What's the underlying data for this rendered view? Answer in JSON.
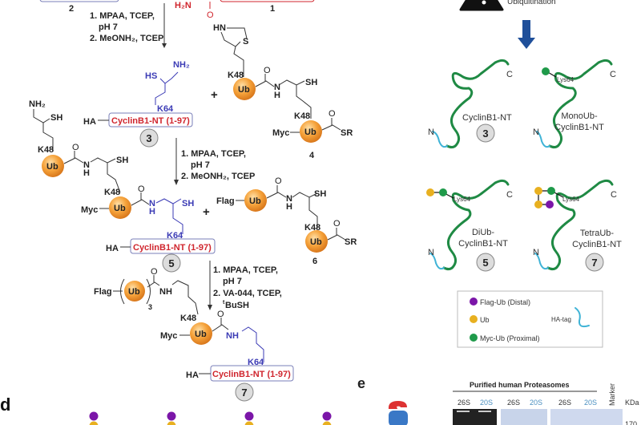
{
  "colors": {
    "ub_orange": "#f5a23a",
    "flag_purple": "#7b16a8",
    "ub_yellow": "#e8b020",
    "myc_green": "#1f9a4a",
    "chain_green": "#1f8a44",
    "ha_tag": "#3fb3d6",
    "k64_blue": "#3b3bb5",
    "peptide_red": "#d0262e",
    "arrow_blue": "#1f4f9a"
  },
  "scheme": {
    "top": {
      "compound_2_label": "2",
      "h2n": "H₂N",
      "o": "O",
      "compound_1_label": "1"
    },
    "step1": {
      "line1": "1. MPAA, TCEP,",
      "line2": "pH 7",
      "line3": "2. MeONH₂, TCEP"
    },
    "compound3": {
      "hs": "HS",
      "nh2": "NH₂",
      "k64": "K64",
      "ha": "HA",
      "peptide": "CyclinB1-NT (1-97)",
      "number": "3"
    },
    "plus": "+",
    "compound4": {
      "hn": "HN",
      "s": "S",
      "k48a": "K48",
      "ub": "Ub",
      "o1": "O",
      "n": "N",
      "h": "H",
      "sh": "SH",
      "k48b": "K48",
      "myc": "Myc",
      "o2": "O",
      "sr": "SR",
      "number": "4"
    },
    "left_compound": {
      "nh2": "NH₂",
      "sh1": "SH",
      "k48": "K48",
      "ub": "Ub",
      "o": "O",
      "n": "N",
      "h": "H",
      "sh2": "SH"
    },
    "step2": {
      "line1": "1. MPAA, TCEP,",
      "line2": "pH 7",
      "line3": "2. MeONH₂, TCEP"
    },
    "compound5": {
      "k48": "K48",
      "ub": "Ub",
      "myc": "Myc",
      "o": "O",
      "n": "N",
      "h": "H",
      "sh": "SH",
      "k64": "K64",
      "ha": "HA",
      "peptide": "CyclinB1-NT (1-97)",
      "number": "5"
    },
    "compound6": {
      "flag": "Flag",
      "ub1": "Ub",
      "o1": "O",
      "n": "N",
      "h": "H",
      "sh": "SH",
      "k48": "K48",
      "ub2": "Ub",
      "o2": "O",
      "sr": "SR",
      "number": "6"
    },
    "step3": {
      "line1": "1. MPAA, TCEP,",
      "line2": "pH 7",
      "line3": "2. VA-044, TCEP,",
      "line4_sup": "t",
      "line4": "BuSH"
    },
    "compound7": {
      "flag": "Flag",
      "ub_rep": "Ub",
      "sub3": "3",
      "o1": "O",
      "nh1": "NH",
      "k48": "K48",
      "ub": "Ub",
      "myc": "Myc",
      "o2": "O",
      "nh2": "NH",
      "k64": "K64",
      "ha": "HA",
      "peptide": "CyclinB1-NT (1-97)",
      "number": "7"
    }
  },
  "panel_d": {
    "label": "d"
  },
  "right_panel": {
    "header": "Ubiquitination",
    "constructs": [
      {
        "name_line1": "CyclinB1-NT",
        "name_line2": "",
        "number": "3",
        "c": "C",
        "n": "N",
        "site": ""
      },
      {
        "name_line1": "MonoUb-",
        "name_line2": "CyclinB1-NT",
        "number": "",
        "c": "C",
        "n": "N",
        "site": "Lys64"
      },
      {
        "name_line1": "DiUb-",
        "name_line2": "CyclinB1-NT",
        "number": "5",
        "c": "C",
        "n": "N",
        "site": "Lys64"
      },
      {
        "name_line1": "TetraUb-",
        "name_line2": "CyclinB1-NT",
        "number": "7",
        "c": "C",
        "n": "N",
        "site": "Lys64"
      }
    ],
    "legend": [
      {
        "label": "Flag-Ub (Distal)",
        "color": "#7b16a8"
      },
      {
        "label": "Ub",
        "color": "#e8b020"
      },
      {
        "label": "Myc-Ub (Proximal)",
        "color": "#1f9a4a"
      }
    ],
    "legend_tag": "HA-tag"
  },
  "panel_e": {
    "label": "e",
    "title": "Purified human Proteasomes",
    "lanes": [
      "26S",
      "20S",
      "26S",
      "20S",
      "26S",
      "20S"
    ],
    "marker": "Marker",
    "unit": "KDa",
    "mw_170": "170"
  }
}
